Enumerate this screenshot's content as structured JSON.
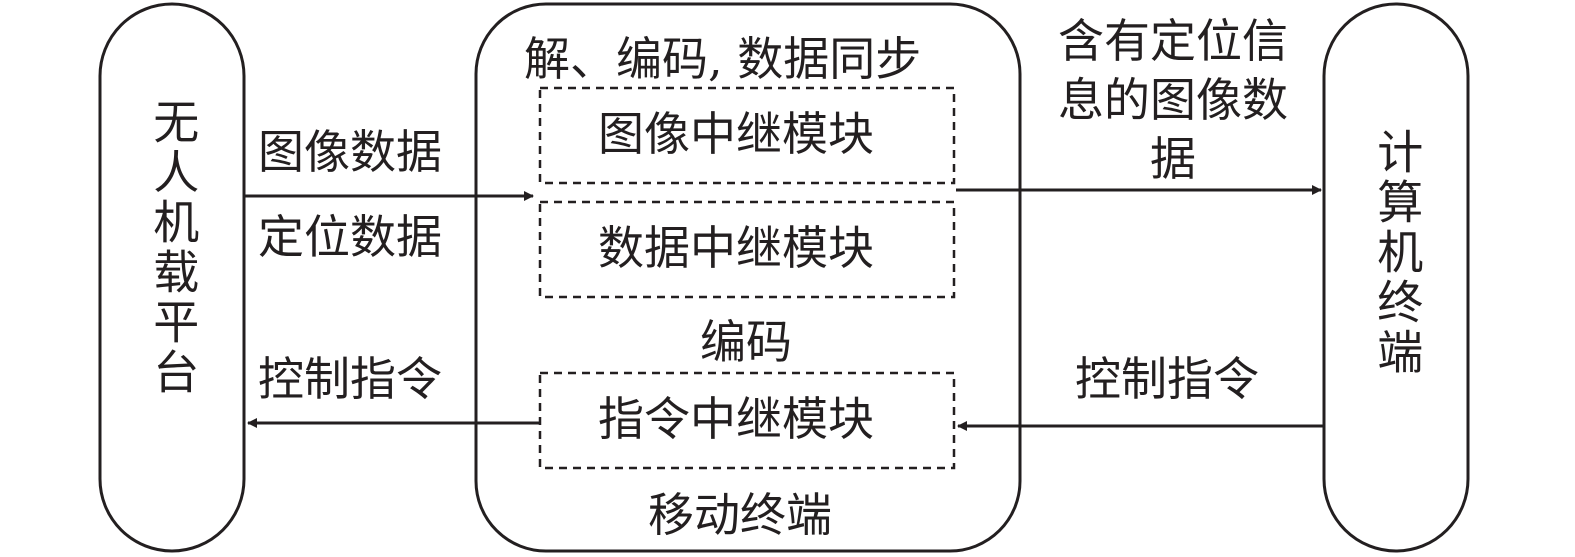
{
  "nodes": {
    "uav_platform": "无人机载平台",
    "mobile_terminal": "移动终端",
    "computer_terminal": "计算机终端"
  },
  "modules": {
    "image_relay": "图像中继模块",
    "data_relay": "数据中继模块",
    "command_relay": "指令中继模块"
  },
  "labels": {
    "decode_sync": "解、编码, 数据同步",
    "encode": "编码",
    "image_data": "图像数据",
    "location_data": "定位数据",
    "control_cmd_left": "控制指令",
    "control_cmd_right": "控制指令",
    "image_with_location": "含有定位信息的图像数据"
  }
}
